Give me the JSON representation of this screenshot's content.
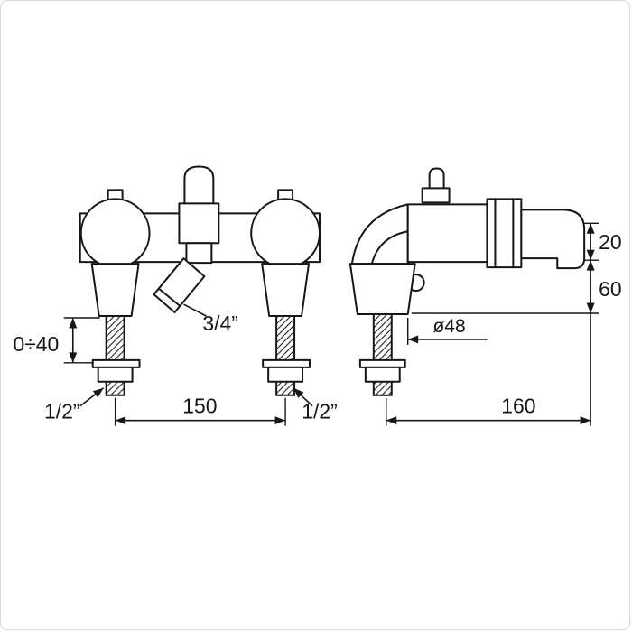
{
  "drawing": {
    "background": "#ffffff",
    "line_color": "#161616",
    "labels": {
      "height_range": "0÷40",
      "diverter_thread": "3/4”",
      "left_inlet_thread": "1/2”",
      "inlet_spacing": "150",
      "right_inlet_thread": "1/2”",
      "spout_height": "20",
      "body_height": "60",
      "base_diameter": "ø48",
      "depth": "160"
    }
  }
}
